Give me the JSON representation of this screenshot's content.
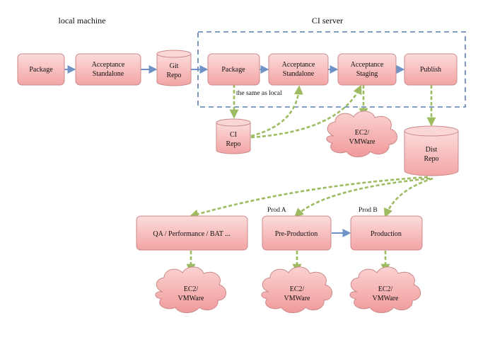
{
  "titles": {
    "local_machine": "local machine",
    "ci_server": "CI server"
  },
  "local": {
    "package": "Package",
    "acceptance_standalone": [
      "Acceptance",
      "Standalone"
    ],
    "git_repo": [
      "Git",
      "Repo"
    ]
  },
  "ci": {
    "package": "Package",
    "acceptance_standalone": [
      "Acceptance",
      "Standalone"
    ],
    "acceptance_staging": [
      "Acceptance",
      "Staging"
    ],
    "publish": "Publish",
    "note": "the same as local",
    "ci_repo": [
      "CI",
      "Repo"
    ],
    "cloud": [
      "EC2/",
      "VMWare"
    ]
  },
  "dist_repo": [
    "Dist",
    "Repo"
  ],
  "deploy": {
    "qa": "QA / Performance / BAT ...",
    "pre_production": "Pre-Production",
    "production": "Production",
    "prod_a": "Prod A",
    "prod_b": "Prod B",
    "clouds": [
      [
        "EC2/",
        "VMWare"
      ],
      [
        "EC2/",
        "VMWare"
      ],
      [
        "EC2/",
        "VMWare"
      ]
    ]
  },
  "colors": {
    "box_fill_top": "#fbd6d6",
    "box_fill_bottom": "#f4a6a6",
    "box_stroke": "#c98a8a",
    "solid_arrow": "#6f93c6",
    "dashed_arrow": "#9dbb61",
    "ci_border": "#5b7fb0"
  }
}
